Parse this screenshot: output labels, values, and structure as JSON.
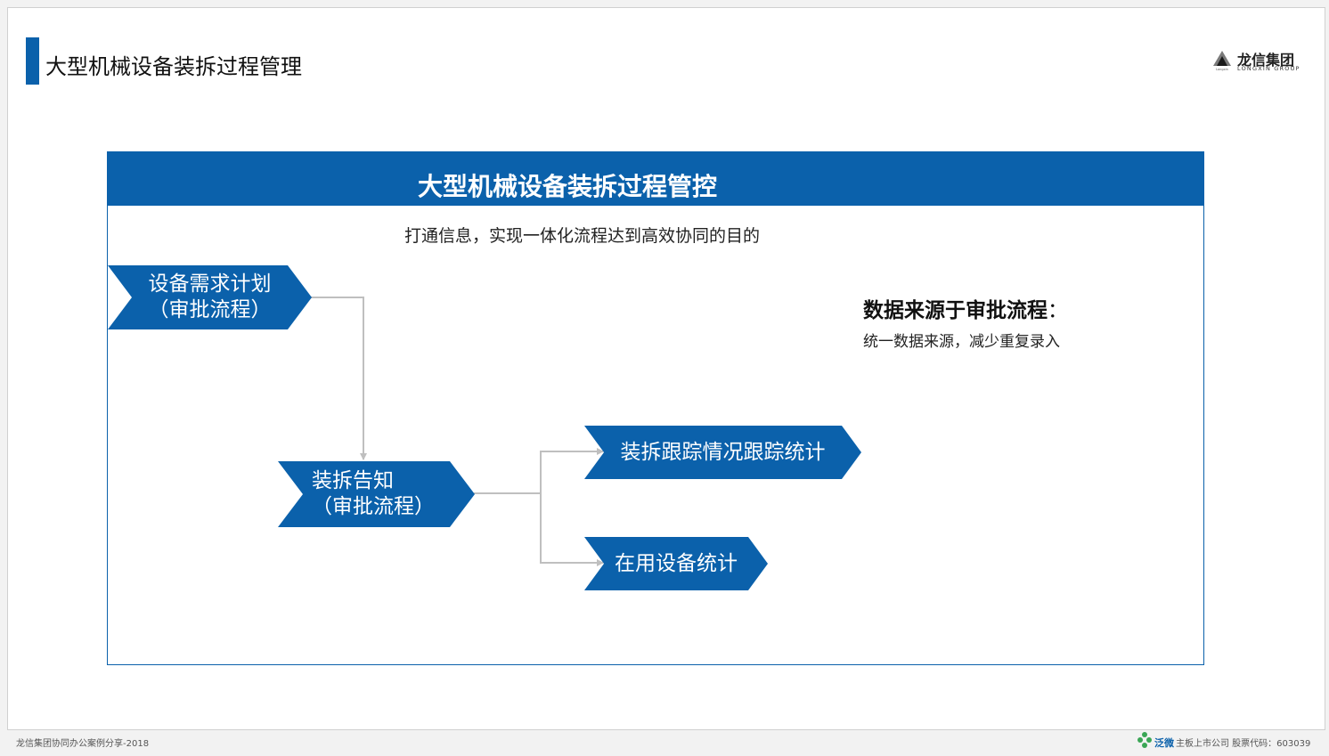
{
  "slide": {
    "title": "大型机械设备装拆过程管理"
  },
  "logo": {
    "name_cn": "龙信集团",
    "name_en": "LONGXIN GROUP",
    "mark_text": "Longxin"
  },
  "panel": {
    "title": "大型机械设备装拆过程管控",
    "subtitle": "打通信息，实现一体化流程达到高效协同的目的"
  },
  "flow": {
    "step1": {
      "line1": "设备需求计划",
      "line2": "（审批流程）"
    },
    "step2": {
      "line1": "装拆告知",
      "line2": "（审批流程）"
    },
    "step3": {
      "line1": "装拆跟踪情况跟踪统计"
    },
    "step4": {
      "line1": "在用设备统计"
    }
  },
  "note": {
    "title": "数据来源于审批流程",
    "colon": "：",
    "body": "统一数据来源，减少重复录入"
  },
  "footer": {
    "left": "龙信集团协同办公案例分享-2018",
    "brand": "泛微",
    "right": "主板上市公司  股票代码：603039"
  },
  "colors": {
    "accent": "#0b61ab",
    "connector": "#bfbfbf"
  }
}
